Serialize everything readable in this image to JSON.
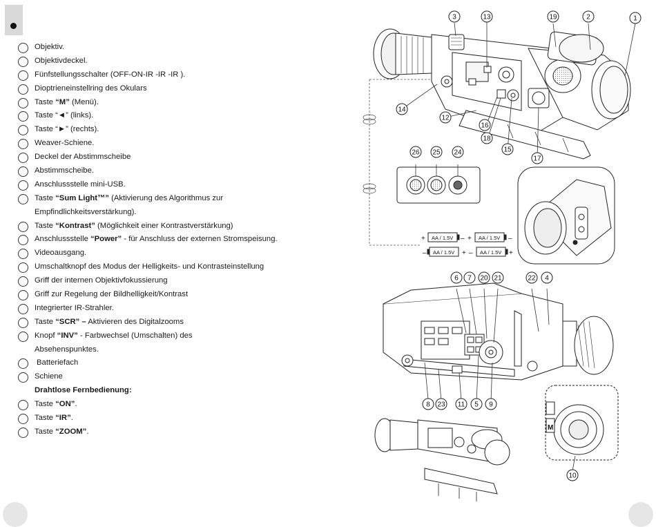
{
  "legend": [
    {
      "pre": "Objektiv."
    },
    {
      "pre": "Objektivdeckel."
    },
    {
      "pre": "Fünfstellungsschalter (OFF-ON-IR   -IR   -IR  )."
    },
    {
      "pre": "Dioptrieneinstellring des Okulars"
    },
    {
      "pre": "Taste ",
      "bold": "“M”",
      "post": " (Menü)."
    },
    {
      "pre": "Taste “◄” (links)."
    },
    {
      "pre": "Taste “►” (rechts)."
    },
    {
      "pre": "Weaver-Schiene."
    },
    {
      "pre": "Deckel der Abstimmscheibe"
    },
    {
      "pre": "Abstimmscheibe."
    },
    {
      "pre": "Anschlussstelle mini-USB."
    },
    {
      "pre": "Taste ",
      "bold": "“Sum Light™”",
      "post": " (Aktivierung des Algorithmus zur"
    },
    {
      "pre": "Empfindlichkeitsverstärkung).",
      "cont": true
    },
    {
      "pre": "Taste ",
      "bold": "“Kontrast”",
      "post": " (Möglichkeit einer Kontrastverstärkung)"
    },
    {
      "pre": "Anschlussstelle ",
      "bold": "“Power”",
      "post": " - für Anschluss der externen Stromspeisung."
    },
    {
      "pre": "Videoausgang."
    },
    {
      "pre": "Umschaltknopf des Modus der Helligkeits- und Kontrasteinstellung"
    },
    {
      "pre": "Griff der internen Objektivfokussierung"
    },
    {
      "pre": "Griff zur Regelung der Bildhelligkeit/Kontrast"
    },
    {
      "pre": "Integrierter IR-Strahler."
    },
    {
      "pre": "Taste ",
      "bold": "“SCR” –",
      "post": "  Aktivieren des Digitalzooms"
    },
    {
      "pre": "Knopf ",
      "bold": "“INV”",
      "post": " - Farbwechsel (Umschalten) des"
    },
    {
      "pre": "Absehenspunktes.",
      "cont": true
    },
    {
      "pre": "Batteriefach",
      "battery": true
    },
    {
      "pre": "Schiene"
    },
    {
      "pre": "",
      "bold": "Drahtlose Fernbedienung:",
      "heading": true
    },
    {
      "pre": "Taste ",
      "bold": "“ON”",
      "post": "."
    },
    {
      "pre": "Taste ",
      "bold": "“IR”",
      "post": "."
    },
    {
      "pre": "Taste ",
      "bold": "“ZOOM”",
      "post": "."
    }
  ],
  "callouts": [
    "1",
    "2",
    "3",
    "4",
    "5",
    "6",
    "7",
    "8",
    "9",
    "10",
    "11",
    "12",
    "13",
    "14",
    "15",
    "16",
    "17",
    "18",
    "19",
    "20",
    "21",
    "22",
    "23",
    "24",
    "25",
    "26"
  ],
  "battery_label": "AA / 1.5V",
  "plus": "+",
  "minus": "–",
  "remote_labels": [
    "M"
  ]
}
